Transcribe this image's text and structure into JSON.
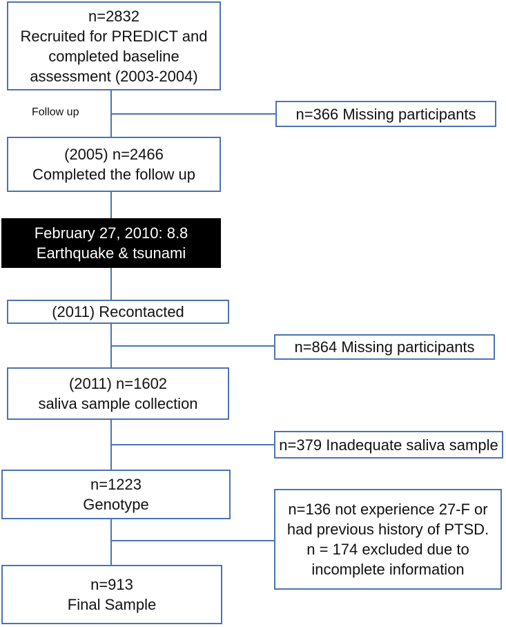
{
  "boxes": {
    "baseline": [
      "n=2832",
      "Recruited for PREDICT and",
      "completed baseline",
      "assessment (2003-2004)"
    ],
    "missing1": [
      "n=366 Missing participants"
    ],
    "followup2005": [
      "(2005) n=2466",
      "Completed the follow up"
    ],
    "earthquake": [
      "February 27, 2010: 8.8",
      "Earthquake & tsunami"
    ],
    "recontacted": [
      "(2011) Recontacted"
    ],
    "missing2": [
      "n=864 Missing participants"
    ],
    "saliva": [
      "(2011) n=1602",
      "saliva sample collection"
    ],
    "inadequate": [
      "n=379 Inadequate saliva sample"
    ],
    "genotype": [
      "n=1223",
      "Genotype"
    ],
    "excluded": [
      "n=136 not experience 27-F or",
      "had previous history of PTSD.",
      "n = 174 excluded due to",
      "incomplete information"
    ],
    "final": [
      "n=913",
      "Final Sample"
    ]
  },
  "labels": {
    "follow_up": "Follow up"
  }
}
